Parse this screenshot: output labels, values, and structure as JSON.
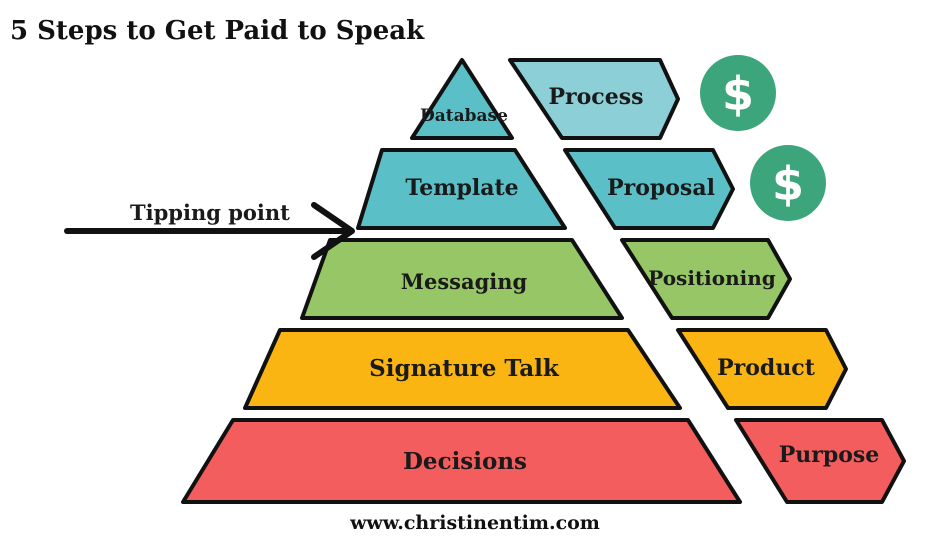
{
  "title": "5 Steps to Get Paid to Speak",
  "pyramid": [
    {
      "label": "Database",
      "color": "#5bbfc7"
    },
    {
      "label": "Template",
      "color": "#5bbfc7"
    },
    {
      "label": "Messaging",
      "color": "#97c667"
    },
    {
      "label": "Signature Talk",
      "color": "#fbb512"
    },
    {
      "label": "Decisions",
      "color": "#f45d5d"
    }
  ],
  "steps": [
    {
      "label": "Process",
      "color": "#8ccfd6"
    },
    {
      "label": "Proposal",
      "color": "#5bbfc7"
    },
    {
      "label": "Positioning",
      "color": "#97c667"
    },
    {
      "label": "Product",
      "color": "#fbb512"
    },
    {
      "label": "Purpose",
      "color": "#f45d5d"
    }
  ],
  "tipping_point": "Tipping point",
  "dollar_icons": [
    {
      "symbol": "$",
      "color": "#3da57b"
    },
    {
      "symbol": "$",
      "color": "#3da57b"
    }
  ],
  "footer": "www.christinentim.com"
}
